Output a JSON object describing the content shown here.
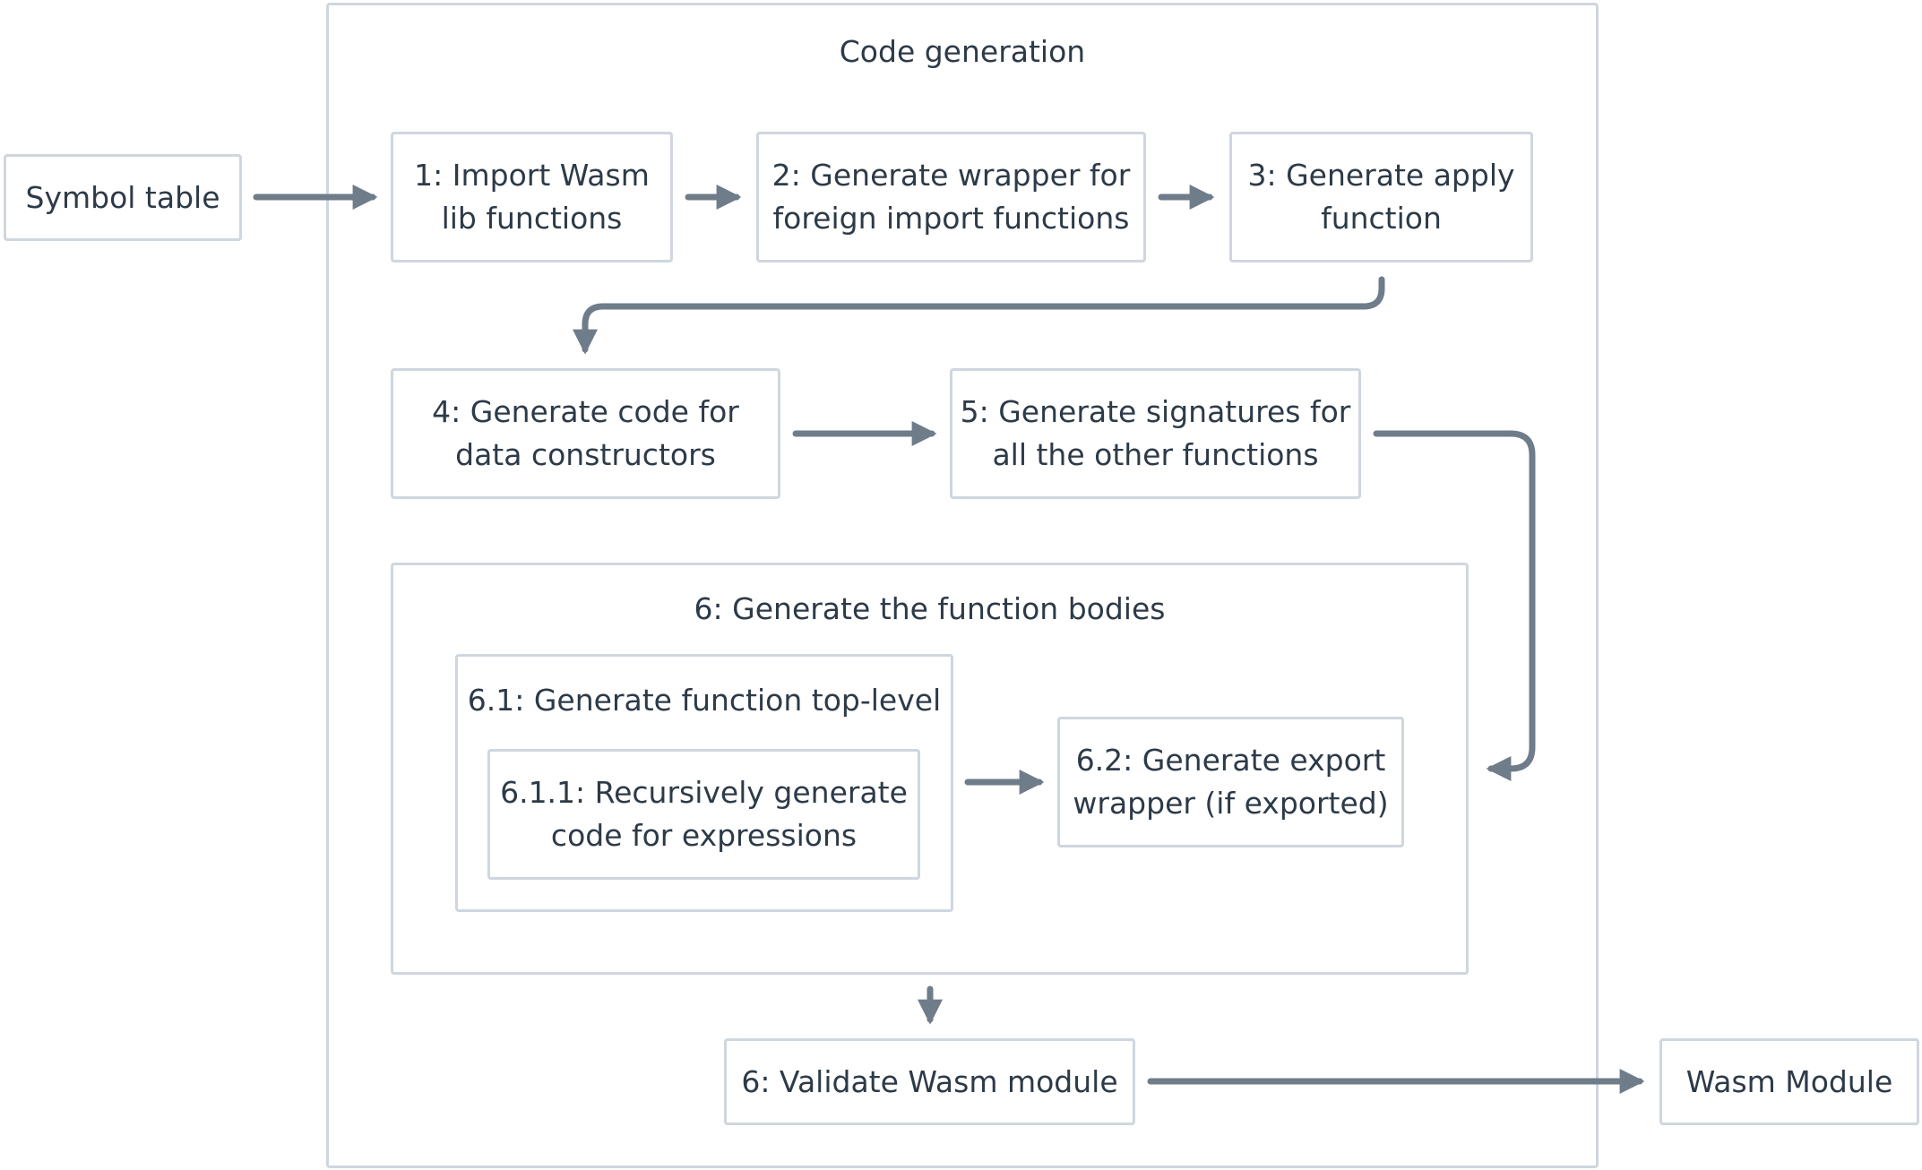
{
  "nodes": {
    "symbol_table": "Symbol table",
    "code_generation": "Code generation",
    "step1": "1: Import Wasm\nlib functions",
    "step2": "2: Generate wrapper for\nforeign import functions",
    "step3": "3: Generate apply\nfunction",
    "step4": "4: Generate code for\ndata constructors",
    "step5": "5: Generate signatures for\nall the other functions",
    "step6": "6: Generate the function bodies",
    "step6_1": "6.1: Generate function top-level",
    "step6_1_1": "6.1.1: Recursively generate\ncode for expressions",
    "step6_2": "6.2: Generate export\nwrapper (if exported)",
    "validate": "6: Validate Wasm module",
    "wasm_module": "Wasm Module"
  },
  "colors": {
    "border": "#cfd6de",
    "arrow": "#6f7c8a",
    "text": "#2d3a48"
  }
}
